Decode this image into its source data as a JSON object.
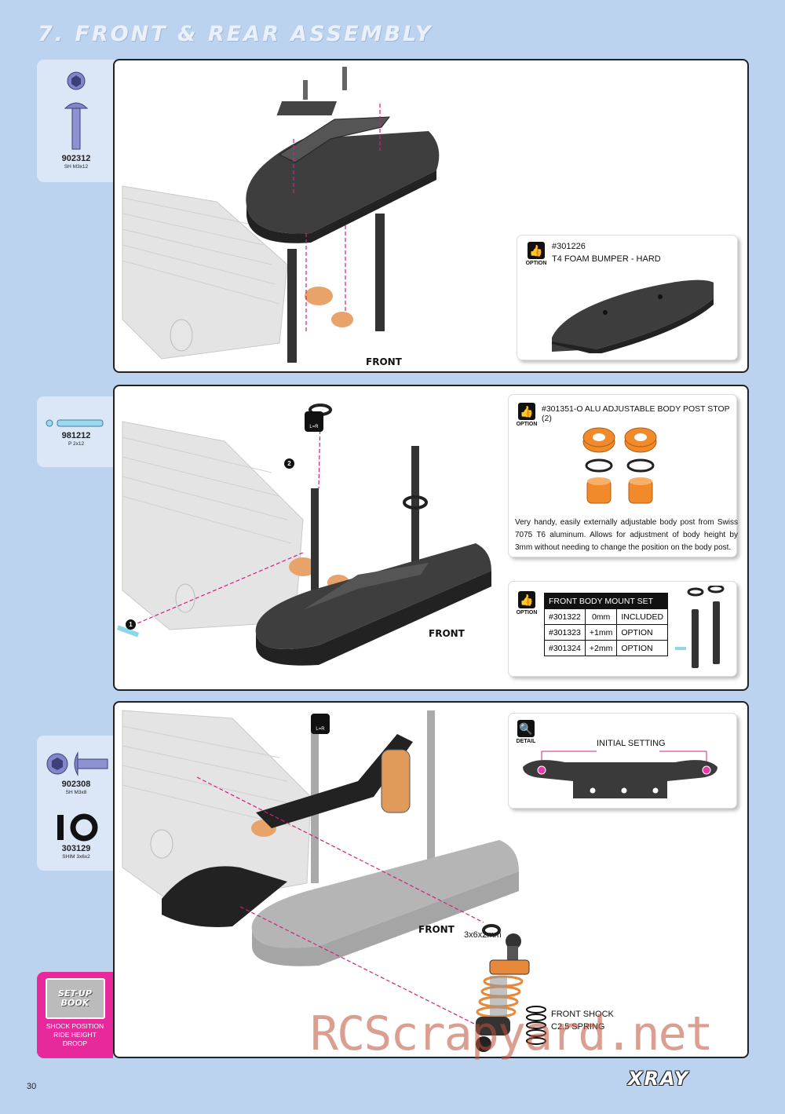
{
  "page": {
    "title": "7. FRONT & REAR ASSEMBLY",
    "page_number": "30",
    "brand": "XRAY",
    "watermark": "RCScrapyard.net"
  },
  "parts": [
    {
      "code": "902312",
      "desc": "SH M3x12"
    },
    {
      "code": "981212",
      "desc": "P 2x12"
    },
    {
      "code": "902308",
      "desc": "SH M3x8"
    },
    {
      "code": "303129",
      "desc": "SHIM 3x6x2"
    }
  ],
  "option_label": "OPTION",
  "detail_label": "DETAIL",
  "lr_label": "L=R",
  "step1": {
    "front_label": "FRONT",
    "option_card": {
      "part": "#301226",
      "name": "T4 FOAM BUMPER - HARD"
    }
  },
  "step2": {
    "front_label": "FRONT",
    "step_numbers": [
      "1",
      "2"
    ],
    "option_card": {
      "title": "#301351-O ALU ADJUSTABLE BODY POST STOP (2)",
      "description": "Very handy, easily externally adjustable body post from Swiss 7075 T6 aluminum. Allows for adjustment of body height by 3mm without needing to change the position on the body post."
    },
    "mount_table": {
      "header": "FRONT BODY MOUNT SET",
      "rows": [
        [
          "#301322",
          "0mm",
          "INCLUDED"
        ],
        [
          "#301323",
          "+1mm",
          "OPTION"
        ],
        [
          "#301324",
          "+2mm",
          "OPTION"
        ]
      ]
    }
  },
  "step3": {
    "front_label": "FRONT",
    "shim_label": "3x6x2mm",
    "shock_label_1": "FRONT SHOCK",
    "shock_label_2": "C2.5 SPRING",
    "detail_card": {
      "label": "INITIAL SETTING"
    }
  },
  "setup_book": {
    "title_1": "SET-UP",
    "title_2": "BOOK",
    "lines": [
      "SHOCK POSITION",
      "RIDE HEIGHT",
      "DROOP"
    ]
  },
  "colors": {
    "background": "#bcd3f0",
    "accent_pink": "#e8299b",
    "orange": "#e8883a"
  }
}
